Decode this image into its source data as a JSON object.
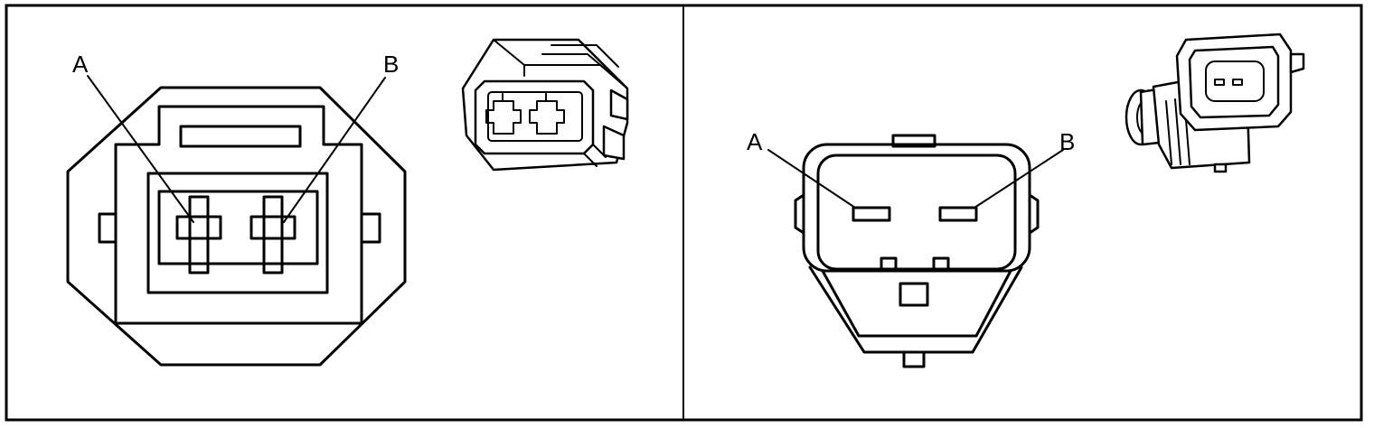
{
  "panels": [
    {
      "view": "harness-connector-face",
      "pins": [
        {
          "label": "A"
        },
        {
          "label": "B"
        }
      ],
      "inset_icon": "harness-connector-3d-icon"
    },
    {
      "view": "component-connector-face",
      "pins": [
        {
          "label": "A"
        },
        {
          "label": "B"
        }
      ],
      "inset_icon": "sensor-connector-3d-icon"
    }
  ],
  "colors": {
    "line": "#000000",
    "background": "#ffffff"
  }
}
